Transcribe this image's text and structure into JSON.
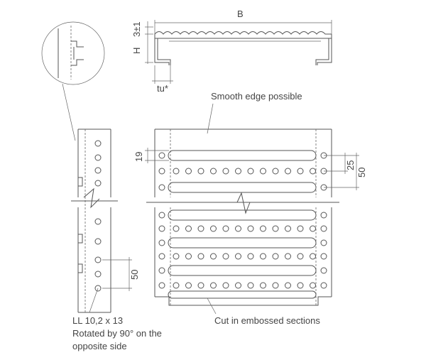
{
  "dimensions": {
    "width": "B",
    "tolerance": "3±1",
    "height": "H",
    "thickness": "tu*",
    "slot_height": "19",
    "hole_spacing": "25",
    "row_spacing": "50",
    "side_spacing": "50"
  },
  "notes": {
    "smooth_edge": "Smooth edge possible",
    "cut": "Cut in embossed sections",
    "hole_line1": "LL 10,2 x 13",
    "hole_line2": "Rotated by 90° on the",
    "hole_line3": "opposite side"
  },
  "colors": {
    "line": "#555555",
    "text": "#444444"
  }
}
